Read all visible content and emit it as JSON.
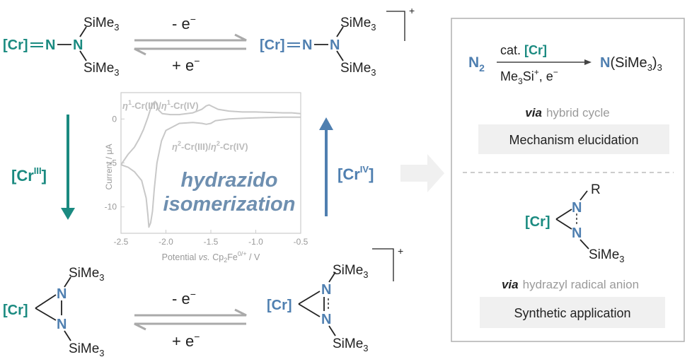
{
  "colors": {
    "teal": "#1a8a80",
    "blue": "#4f7fb0",
    "grey_arrow": "#aaaaaa",
    "label_grey": "#9a9a9a",
    "box_border": "#b0b0b0",
    "panel_fill": "#f0f0f0",
    "cv_line": "#c8c8c8",
    "isomer_text": "#6e8fb0"
  },
  "species": {
    "cr_label": "[Cr]",
    "n_atom": "N",
    "sime3": "SiMe",
    "sub3": "3",
    "plus": "+"
  },
  "arrows_top": {
    "oxidation": "- e",
    "reduction": "+ e",
    "electron_sup": "−"
  },
  "arrows_bottom": {
    "oxidation": "- e",
    "reduction": "+ e",
    "electron_sup": "−"
  },
  "left_arrow_label": {
    "base": "[Cr",
    "sup": "III",
    "close": "]"
  },
  "right_arrow_label": {
    "base": "[Cr",
    "sup": "IV",
    "close": "]"
  },
  "cv_plot": {
    "annotation_top": {
      "eta": "η",
      "sup1": "1",
      "text1": "-Cr(III)/",
      "text2": "-Cr(IV)"
    },
    "annotation_mid": {
      "eta": "η",
      "sup2": "2",
      "text1": "-Cr(III)/",
      "text2": "-Cr(IV)"
    },
    "ylabel": "Current / μA",
    "xlabel_pre": "Potential ",
    "xlabel_vs": "vs.",
    "xlabel_cp": " Cp",
    "xlabel_sub": "2",
    "xlabel_fe": "Fe",
    "xlabel_sup": "0/+",
    "xlabel_post": " / V",
    "yticks": [
      "0",
      "-5",
      "-10"
    ],
    "xticks": [
      "-2.5",
      "-2.0",
      "-1.5",
      "-1.0",
      "-0.5"
    ],
    "center_text_1": "hydrazido",
    "center_text_2": "isomerization"
  },
  "chart_data": {
    "type": "line",
    "xlim": [
      -2.5,
      -0.5
    ],
    "ylim": [
      -13,
      3
    ],
    "series": [
      {
        "x": [
          -2.5,
          -2.42,
          -2.35,
          -2.3,
          -2.25,
          -2.2,
          -2.17,
          -2.14,
          -2.12,
          -2.1,
          -2.08,
          -2.04,
          -1.95,
          -1.85,
          -1.7,
          -1.6,
          -1.55,
          -1.52,
          -1.48,
          -1.42,
          -1.3,
          -1.15,
          -1.0,
          -0.85,
          -0.7,
          -0.6,
          -0.5
        ],
        "y": [
          -5.2,
          -4.0,
          -3.2,
          -2.3,
          -1.2,
          0.2,
          1.2,
          1.8,
          2.0,
          1.6,
          1.0,
          0.6,
          0.5,
          0.5,
          0.7,
          1.1,
          1.5,
          1.6,
          1.4,
          1.1,
          0.9,
          0.8,
          0.8,
          0.75,
          0.7,
          0.7,
          0.6
        ]
      },
      {
        "x": [
          -0.5,
          -0.7,
          -0.9,
          -1.1,
          -1.3,
          -1.45,
          -1.5,
          -1.55,
          -1.6,
          -1.7,
          -1.85,
          -2.0,
          -2.05,
          -2.1,
          -2.13,
          -2.15,
          -2.17,
          -2.19,
          -2.2,
          -2.22,
          -2.27,
          -2.35,
          -2.42,
          -2.5
        ],
        "y": [
          0.2,
          0.2,
          0.15,
          0.1,
          0.0,
          -0.2,
          -0.5,
          -0.6,
          -0.5,
          -0.4,
          -0.5,
          -1.3,
          -2.5,
          -5.0,
          -8.0,
          -10.5,
          -11.8,
          -12.3,
          -11.0,
          -9.0,
          -7.0,
          -6.0,
          -5.5,
          -5.2
        ]
      }
    ]
  },
  "right_panel": {
    "n2": "N",
    "n2_sub": "2",
    "cat": "cat. ",
    "reagent_me": "Me",
    "reagent_sub": "3",
    "reagent_si": "Si",
    "reagent_plus": "+",
    "reagent_tail": ", e",
    "reagent_minus": "−",
    "product_n": "N",
    "product_rest": "(SiMe",
    "product_sub": "3",
    "product_close": ")",
    "product_sub2": "3",
    "via": "via",
    "cycle_text": "hybrid cycle",
    "mechanism_box": "Mechanism elucidation",
    "r_group": "R",
    "via2": "via",
    "radical_text": "hydrazyl radical anion",
    "synthetic_box": "Synthetic application"
  }
}
